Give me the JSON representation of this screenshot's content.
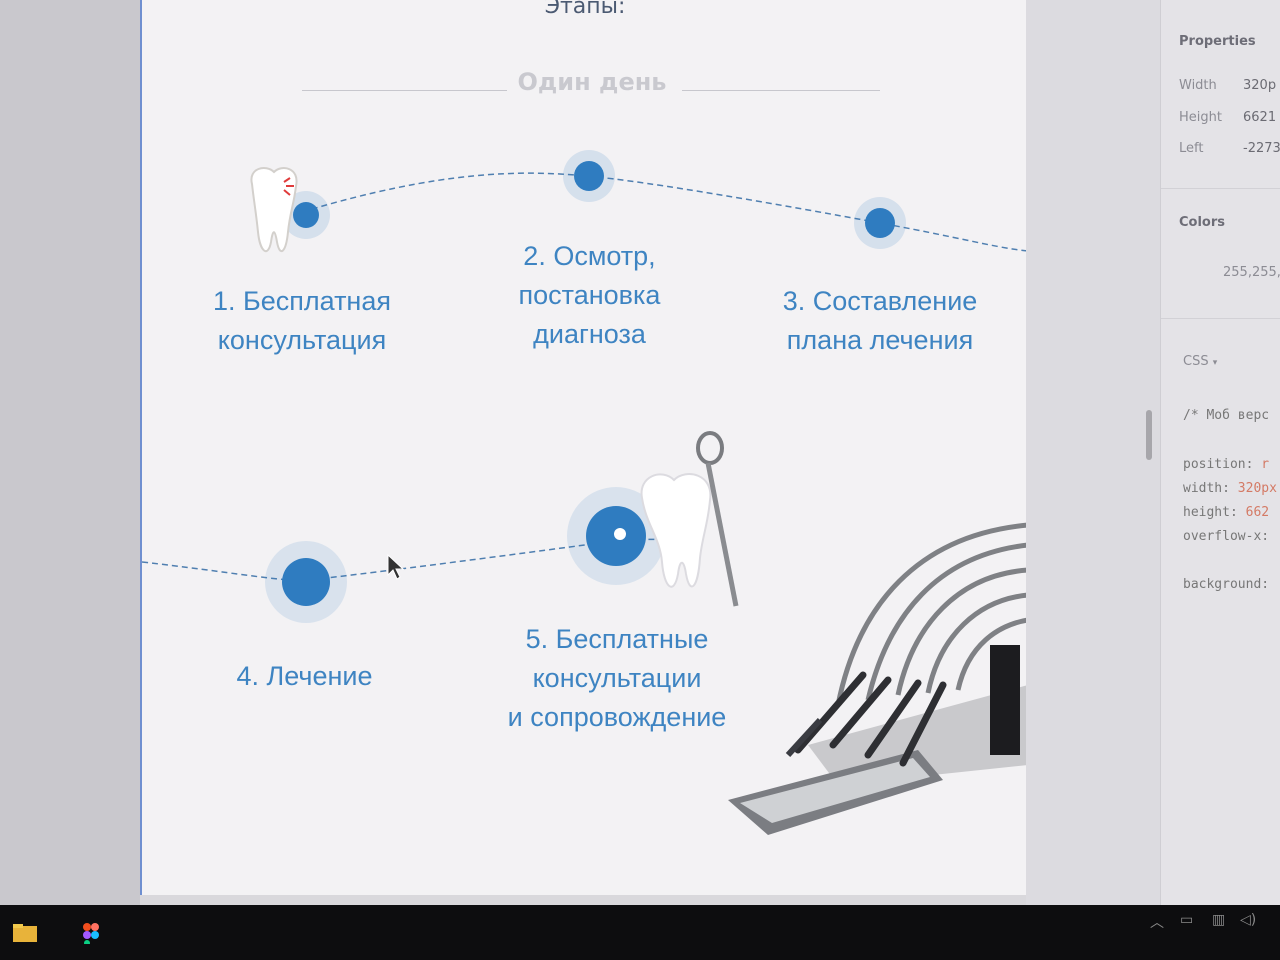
{
  "page": {
    "stages_heading": "Этапы:",
    "day_heading": "Один день",
    "steps": [
      {
        "label": "1. Бесплатная\nконсультация"
      },
      {
        "label": "2. Осмотр,\nпостановка\nдиагноза"
      },
      {
        "label": "3. Составление\nплана лечения"
      },
      {
        "label": "4. Лечение"
      },
      {
        "label": "5. Бесплатные\nконсультации\nи сопровождение"
      }
    ],
    "colors": {
      "accent": "#2f7cc0",
      "text": "#3e84c2"
    }
  },
  "properties_panel": {
    "title": "Properties",
    "rows": [
      {
        "label": "Width",
        "value": "320p"
      },
      {
        "label": "Height",
        "value": "6621"
      },
      {
        "label": "Left",
        "value": "-2273"
      }
    ],
    "colors_title": "Colors",
    "color_value": "255,255,",
    "css_label": "CSS",
    "css_comment": "/* Моб верс",
    "css_lines": [
      {
        "prop": "position:",
        "value": "r"
      },
      {
        "prop": "width:",
        "value": "320px"
      },
      {
        "prop": "height:",
        "value": "662"
      },
      {
        "prop": "overflow-x:",
        "value": ""
      },
      {
        "prop": "background:",
        "value": ""
      }
    ]
  }
}
